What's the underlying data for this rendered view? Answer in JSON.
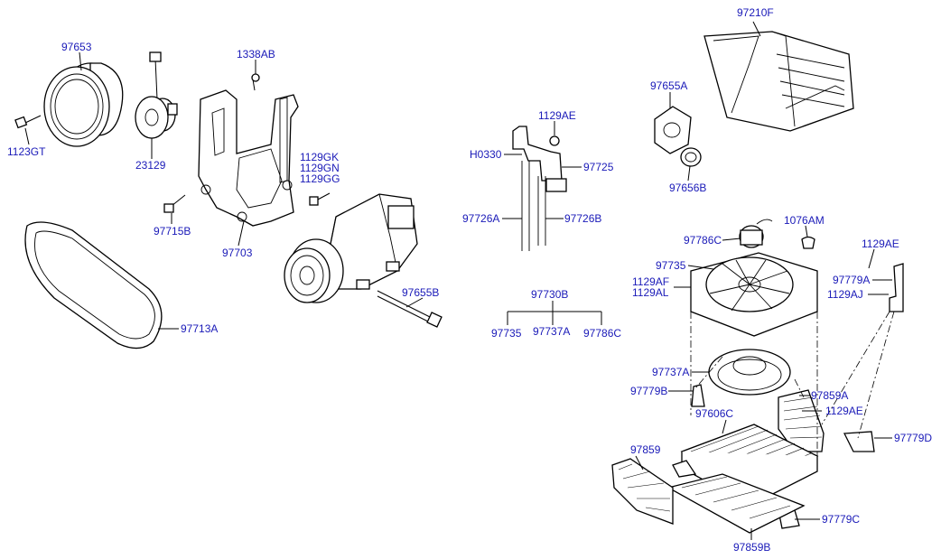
{
  "labels": {
    "p97653": "97653",
    "p1123GT": "1123GT",
    "p23129": "23129",
    "p1338AB": "1338AB",
    "p97715B": "97715B",
    "p97703": "97703",
    "p1129GK": "1129GK",
    "p1129GN": "1129GN",
    "p1129GG": "1129GG",
    "p97713A": "97713A",
    "p97655B": "97655B",
    "p1129AE_a": "1129AE",
    "pH0330": "H0330",
    "p97725": "97725",
    "p97726A": "97726A",
    "p97726B": "97726B",
    "p97730B": "97730B",
    "p97735_a": "97735",
    "p97737A_a": "97737A",
    "p97786C_a": "97786C",
    "p97210F": "97210F",
    "p97655A": "97655A",
    "p97656B": "97656B",
    "p97786C_b": "97786C",
    "p1076AM": "1076AM",
    "p1129AE_b": "1129AE",
    "p97735_b": "97735",
    "p1129AF": "1129AF",
    "p1129AL": "1129AL",
    "p97779A": "97779A",
    "p1129AJ": "1129AJ",
    "p97737A_b": "97737A",
    "p97779B": "97779B",
    "p97859A": "97859A",
    "p97606C": "97606C",
    "p1129AE_c": "1129AE",
    "p97859": "97859",
    "p97779D": "97779D",
    "p97779C": "97779C",
    "p97859B": "97859B"
  },
  "colors": {
    "label": "#1a1ab8",
    "line": "#000000",
    "background": "#ffffff"
  }
}
